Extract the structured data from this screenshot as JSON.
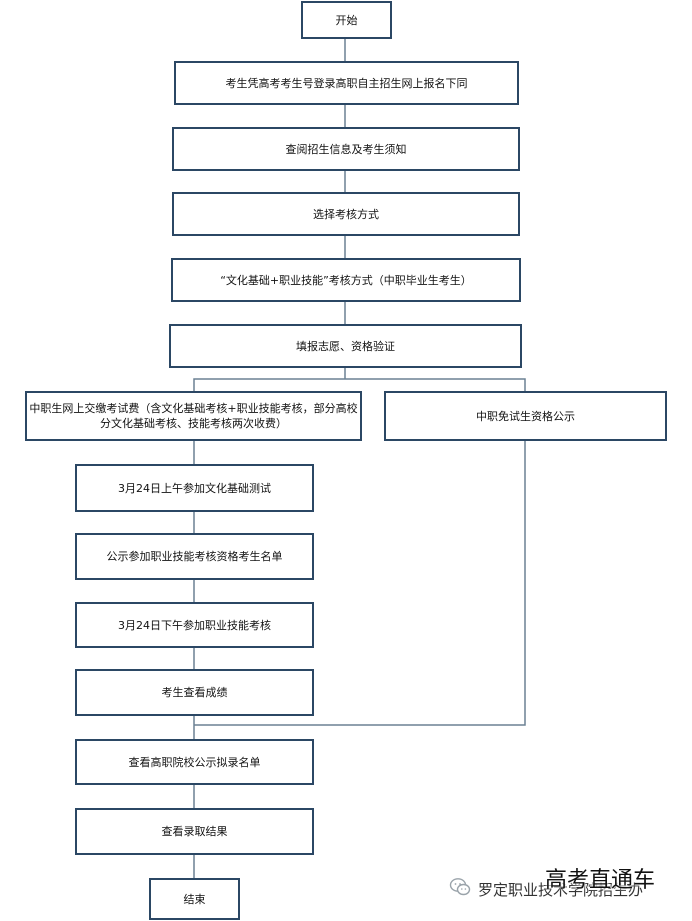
{
  "nodes": {
    "start": "开始",
    "login": "考生凭高考考生号登录高职自主招生网上报名下同",
    "query": "查阅招生信息及考生须知",
    "select": "选择考核方式",
    "method": "“文化基础+职业技能”考核方式（中职毕业生考生）",
    "fill": "填报志愿、资格验证",
    "pay": "中职生网上交缴考试费（含文化基础考核+职业技能考核，部分高校分文化基础考核、技能考核两次收费）",
    "exempt": "中职免试生资格公示",
    "test_am": "3月24日上午参加文化基础测试",
    "notice": "公示参加职业技能考核资格考生名单",
    "test_pm": "3月24日下午参加职业技能考核",
    "score": "考生查看成绩",
    "admit_list": "查看高职院校公示拟录名单",
    "result": "查看录取结果",
    "end": "结束"
  },
  "watermark": {
    "icon": "wechat-icon",
    "org": "罗定职业技术学院招生办",
    "brand": "高考直通车"
  },
  "colors": {
    "border": "#2b4764",
    "line": "#6b8193"
  }
}
